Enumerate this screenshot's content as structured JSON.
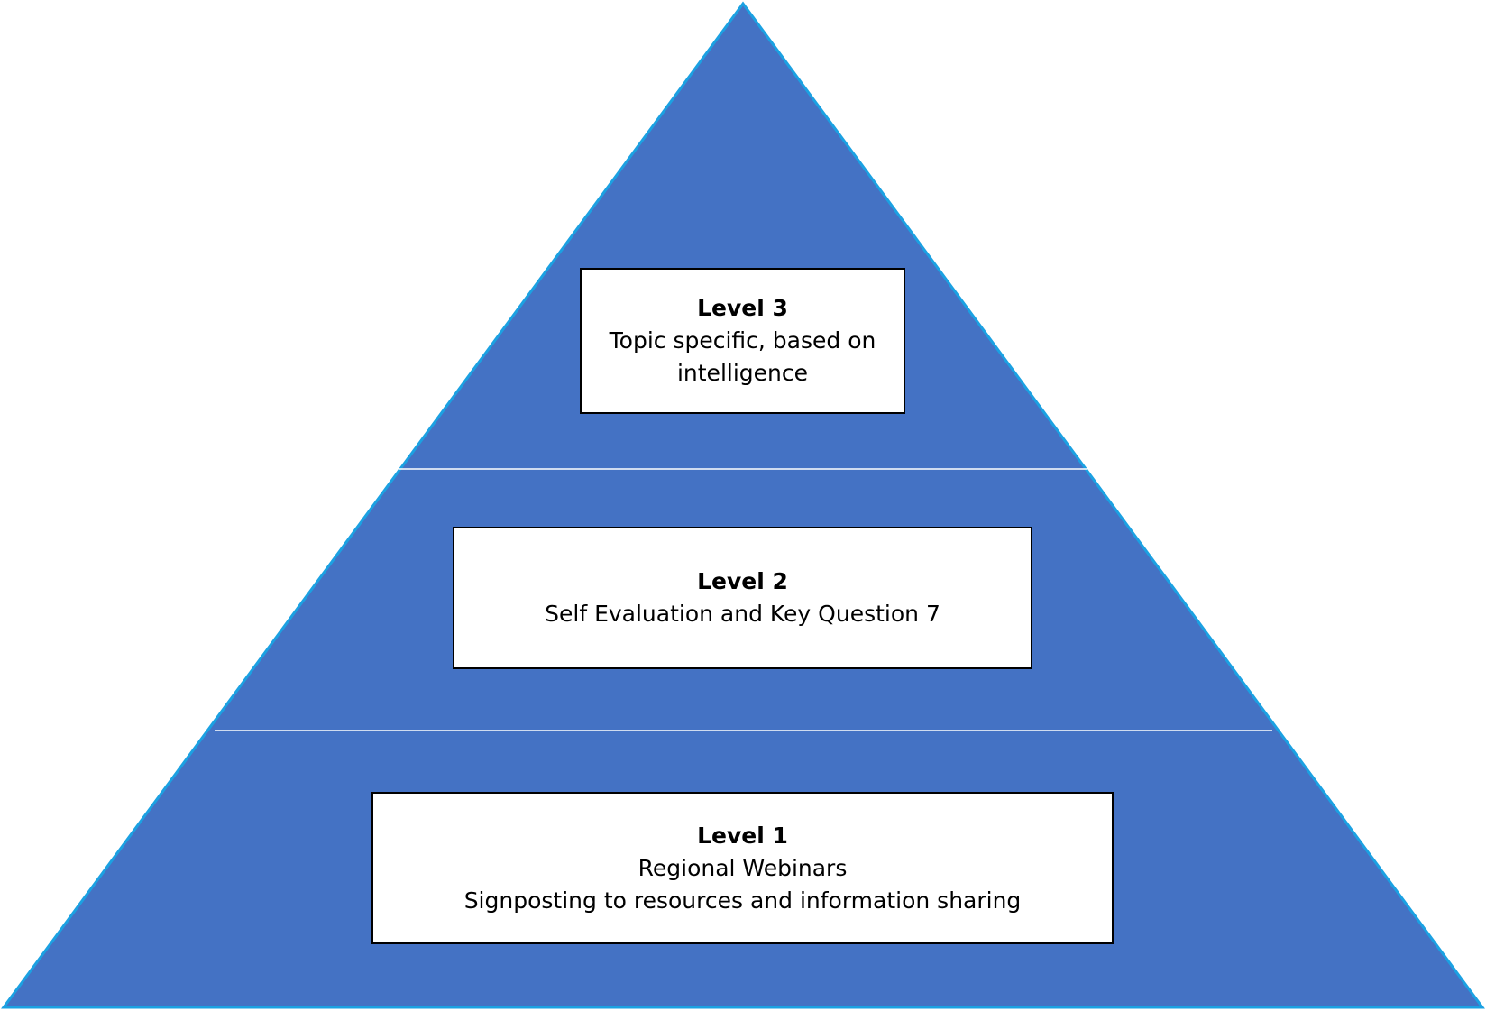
{
  "colors": {
    "pyramid_fill": "#4472C4",
    "pyramid_outline": "#1BA1E2",
    "divider": "#FFFFFF",
    "box_fill": "#FFFFFF",
    "box_border": "#000000"
  },
  "levels": [
    {
      "title": "Level 3",
      "lines": [
        "Topic specific, based on",
        "intelligence"
      ]
    },
    {
      "title": "Level 2",
      "lines": [
        "Self Evaluation and Key Question 7"
      ]
    },
    {
      "title": "Level 1",
      "lines": [
        "Regional Webinars",
        "Signposting to resources and information sharing"
      ]
    }
  ]
}
